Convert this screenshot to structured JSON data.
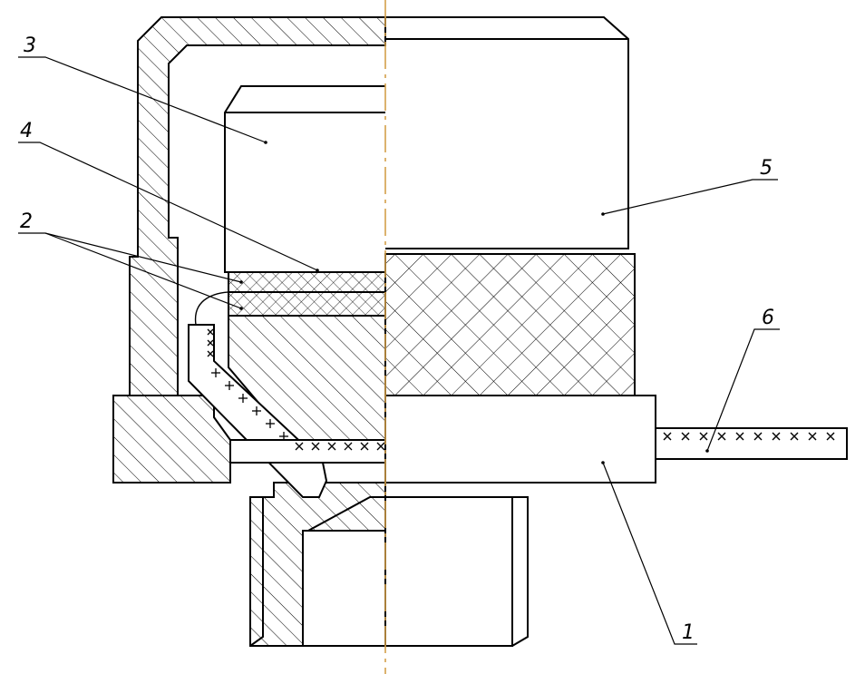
{
  "drawing": {
    "callouts": [
      {
        "id": "callout-1",
        "text": "1"
      },
      {
        "id": "callout-2",
        "text": "2"
      },
      {
        "id": "callout-3",
        "text": "3"
      },
      {
        "id": "callout-4",
        "text": "4"
      },
      {
        "id": "callout-5",
        "text": "5"
      },
      {
        "id": "callout-6",
        "text": "6"
      }
    ],
    "colors": {
      "line": "#000000",
      "centerline": "#d4a04a",
      "background": "#ffffff"
    }
  }
}
